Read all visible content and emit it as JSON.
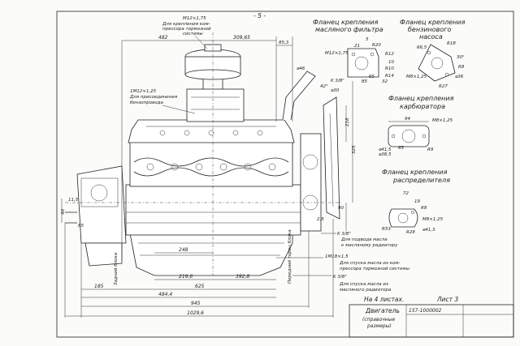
{
  "page_number": "- 5 -",
  "detail_titles": {
    "oil_filter_flange": [
      "Фланец крепления",
      "масляного фильтра"
    ],
    "fuel_pump_flange": [
      "Фланец крепления",
      "бензинового",
      "насоса"
    ],
    "carburetor_flange": [
      "Фланец крепления",
      "карбюратора"
    ],
    "distributor_flange": [
      "Фланец крепления",
      "распределителя"
    ]
  },
  "notes": {
    "compressor": [
      "М12×1,75",
      "Для крепления ком-",
      "прессора тормозной",
      "системы"
    ],
    "fuel_line": [
      "1М12×1,25",
      "Для присоединения",
      "бензопровода"
    ],
    "oil_in": [
      "K 3/8\"",
      "Для подвода масла",
      "к масляному радиатору"
    ],
    "compressor_oil": [
      "1М18×1,5",
      "Для спуска масла из ком-",
      "прессора тормозной системы"
    ],
    "oil_drain": [
      "K 3/8\"",
      "Для спуска масла из",
      "масляного радиатора"
    ],
    "rear_block": "Задний блока",
    "front_block": "Передний торец блока"
  },
  "dims": {
    "d482": "482",
    "d30965": "309,65",
    "d853": "85,3",
    "d46": "⌀46",
    "d42": "42°",
    "d218": "218",
    "d325": "325",
    "d90": "90",
    "d25": "2,5",
    "d248": "248",
    "d2196": "219,6",
    "d3928": "392,8",
    "d185": "185",
    "d625": "625",
    "d4844": "484,4",
    "d945": "945",
    "d10296": "1029,6",
    "d40": "40",
    "d85": "85",
    "d115": "11,5"
  },
  "oil_filter_dims": {
    "a": "5",
    "b": "R20",
    "c": "R12",
    "d": "M12×1,75",
    "e": "21",
    "f": "R10",
    "g": "85",
    "h": "65",
    "i": "R14",
    "j": "K 3/8\"",
    "k": "32",
    "l": "⌀30",
    "m": "10"
  },
  "fuel_pump_dims": {
    "a": "66,5",
    "b": "R18",
    "c": "30°",
    "d": "M8×1,25",
    "e": "R27",
    "f": "⌀36",
    "g": "R8"
  },
  "carb_dims": {
    "a": "94",
    "b": "M8×1,25",
    "c": "⌀41,5",
    "d": "⌀38,5",
    "e": "R9",
    "f": "65"
  },
  "dist_dims": {
    "a": "72",
    "b": "19",
    "c": "R8",
    "d": "M8×1,25",
    "e": "R53",
    "f": "R28",
    "g": "⌀41,3"
  },
  "sheets_note": "На 4 листах.",
  "sheet_label": "Лист 3",
  "title_block": {
    "name": "Двигатель",
    "subtitle": "(справочные",
    "subtitle2": "размеры)",
    "code": "157-1000002"
  }
}
